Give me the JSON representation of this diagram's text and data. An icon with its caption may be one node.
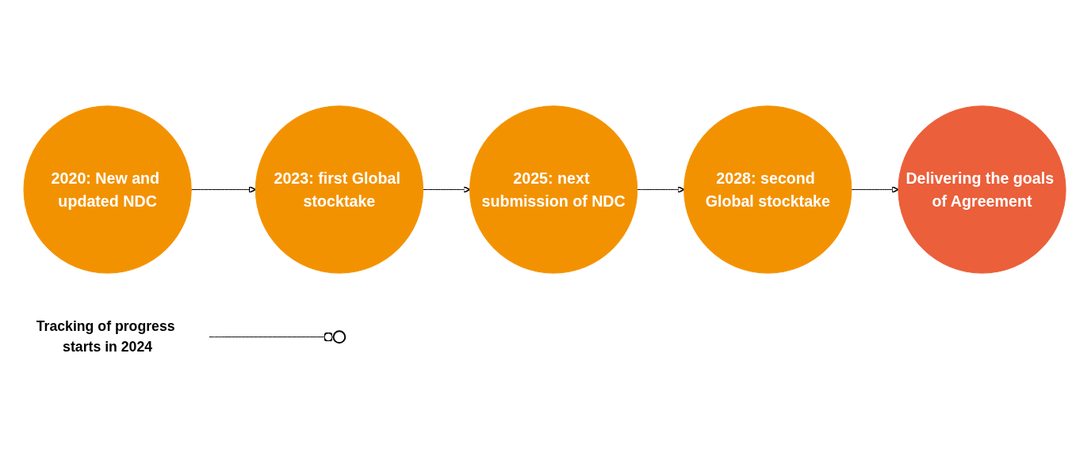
{
  "diagram": {
    "nodes": [
      {
        "text": [
          "2020: New and updated NDC"
        ]
      },
      {
        "text": [
          "2023: first Global stocktake"
        ]
      },
      {
        "text": [
          "2025: next submission of NDC"
        ]
      },
      {
        "text": [
          "2028: second Global stocktake"
        ]
      },
      {
        "text": [
          "Delivering the goals of Agreement"
        ]
      },
      {
        "text": [],
        "shape": "circle"
      },
      {
        "text": [
          "Tracking of progress starts in 2024"
        ]
      }
    ],
    "edges": [
      {
        "from": 0,
        "to": 1,
        "arrow": "to"
      },
      {
        "from": 1,
        "to": 2,
        "arrow": "to"
      },
      {
        "from": 2,
        "to": 3,
        "arrow": "to"
      },
      {
        "from": 3,
        "to": 4,
        "arrow": "to"
      },
      {
        "from": 6,
        "to": 5,
        "arrow": "other"
      }
    ]
  }
}
